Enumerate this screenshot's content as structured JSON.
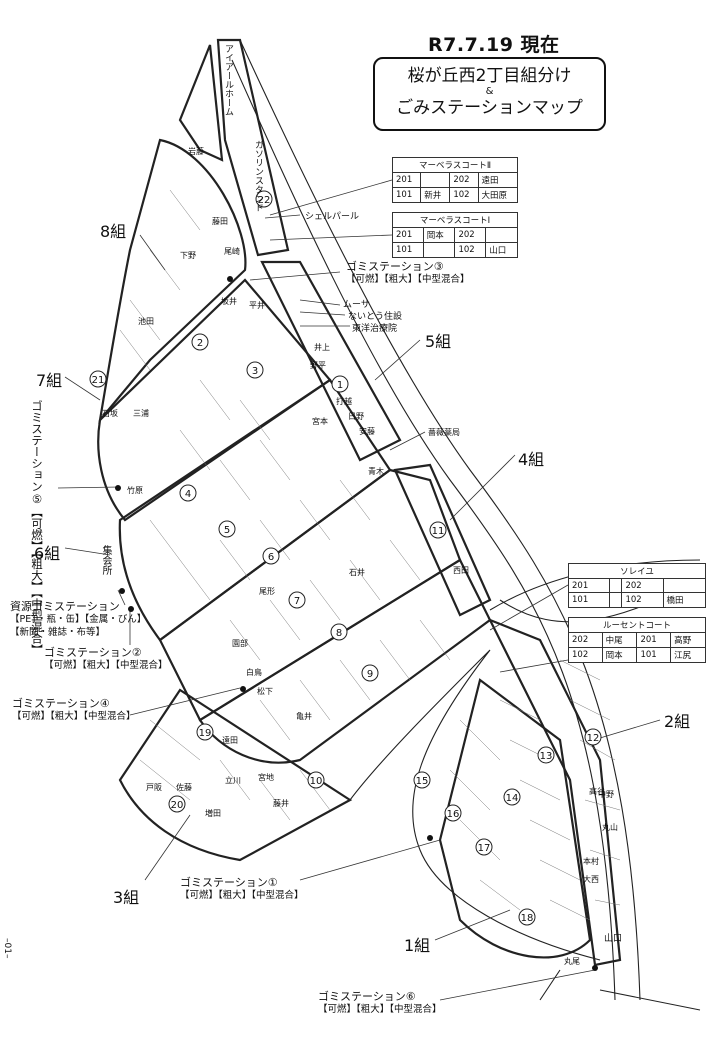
{
  "header": {
    "date": "R7.7.19 現在",
    "title_line1": "桜が丘西2丁目組分け",
    "title_amp": "&",
    "title_line2": "ごみステーションマップ"
  },
  "groups": [
    {
      "label": "1組"
    },
    {
      "label": "2組"
    },
    {
      "label": "3組"
    },
    {
      "label": "4組"
    },
    {
      "label": "5組"
    },
    {
      "label": "6組"
    },
    {
      "label": "7組"
    },
    {
      "label": "8組"
    }
  ],
  "stations": {
    "s1": {
      "title": "ゴミステーション①",
      "sub": "【可燃】【粗大】【中型混合】"
    },
    "s2": {
      "title": "ゴミステーション②",
      "sub": "【可燃】【粗大】【中型混合】"
    },
    "s3": {
      "title": "ゴミステーション③",
      "sub": "【可燃】【粗大】【中型混合】"
    },
    "s4": {
      "title": "ゴミステーション④",
      "sub": "【可燃】【粗大】【中型混合】"
    },
    "s5": {
      "title": "ゴミステーション⑤",
      "sub": "【可燃】【粗大】【中型混合】"
    },
    "s6": {
      "title": "ゴミステーション⑥",
      "sub": "【可燃】【粗大】【中型混合】"
    },
    "shigen": {
      "title": "資源ゴミステーション",
      "sub1": "【PET・瓶・缶】【金属・びん】",
      "sub2": "【新聞・雑誌・布等】"
    }
  },
  "tables": {
    "marvella2": {
      "title": "マーベラスコートⅡ",
      "rows": [
        [
          "201",
          "",
          "202",
          "遠田"
        ],
        [
          "101",
          "新井",
          "102",
          "大田原"
        ]
      ]
    },
    "marvella1": {
      "title": "マーベラスコートⅠ",
      "rows": [
        [
          "201",
          "岡本",
          "202",
          ""
        ],
        [
          "101",
          "",
          "102",
          "山口"
        ]
      ]
    },
    "soleil": {
      "title": "ソレイユ",
      "rows": [
        [
          "201",
          "",
          "202",
          ""
        ],
        [
          "101",
          "",
          "102",
          "橋田"
        ]
      ]
    },
    "lucent": {
      "title": "ルーセントコート",
      "rows": [
        [
          "202",
          "中尾",
          "201",
          "高野"
        ],
        [
          "102",
          "岡本",
          "101",
          "江尻"
        ]
      ]
    }
  },
  "landmarks": {
    "home": "アイアールホーム",
    "gas": "ガソリンスタンド",
    "shell": "シェルパール",
    "musa": "ムーサ",
    "naito": "ないとう住設",
    "clinic": "東洋治療院",
    "pharmacy": "薔薇薬局",
    "shukaijo": "集会所"
  },
  "parcels": [
    "岩藤",
    "藤田",
    "尾崎",
    "平井",
    "坂井",
    "三浦",
    "下野",
    "竹原",
    "打越",
    "石坂",
    "西田",
    "山口",
    "丸尾",
    "戸阪",
    "佐藤",
    "増田",
    "宮地",
    "立川",
    "藤井",
    "亀井",
    "松下",
    "白鳥",
    "園部",
    "尾形",
    "丸山",
    "本村",
    "高谷",
    "宮本",
    "日野",
    "安藤",
    "青木",
    "野平",
    "井上",
    "遠田",
    "中野",
    "石井",
    "池田",
    "大西"
  ],
  "page_no": "–01–"
}
